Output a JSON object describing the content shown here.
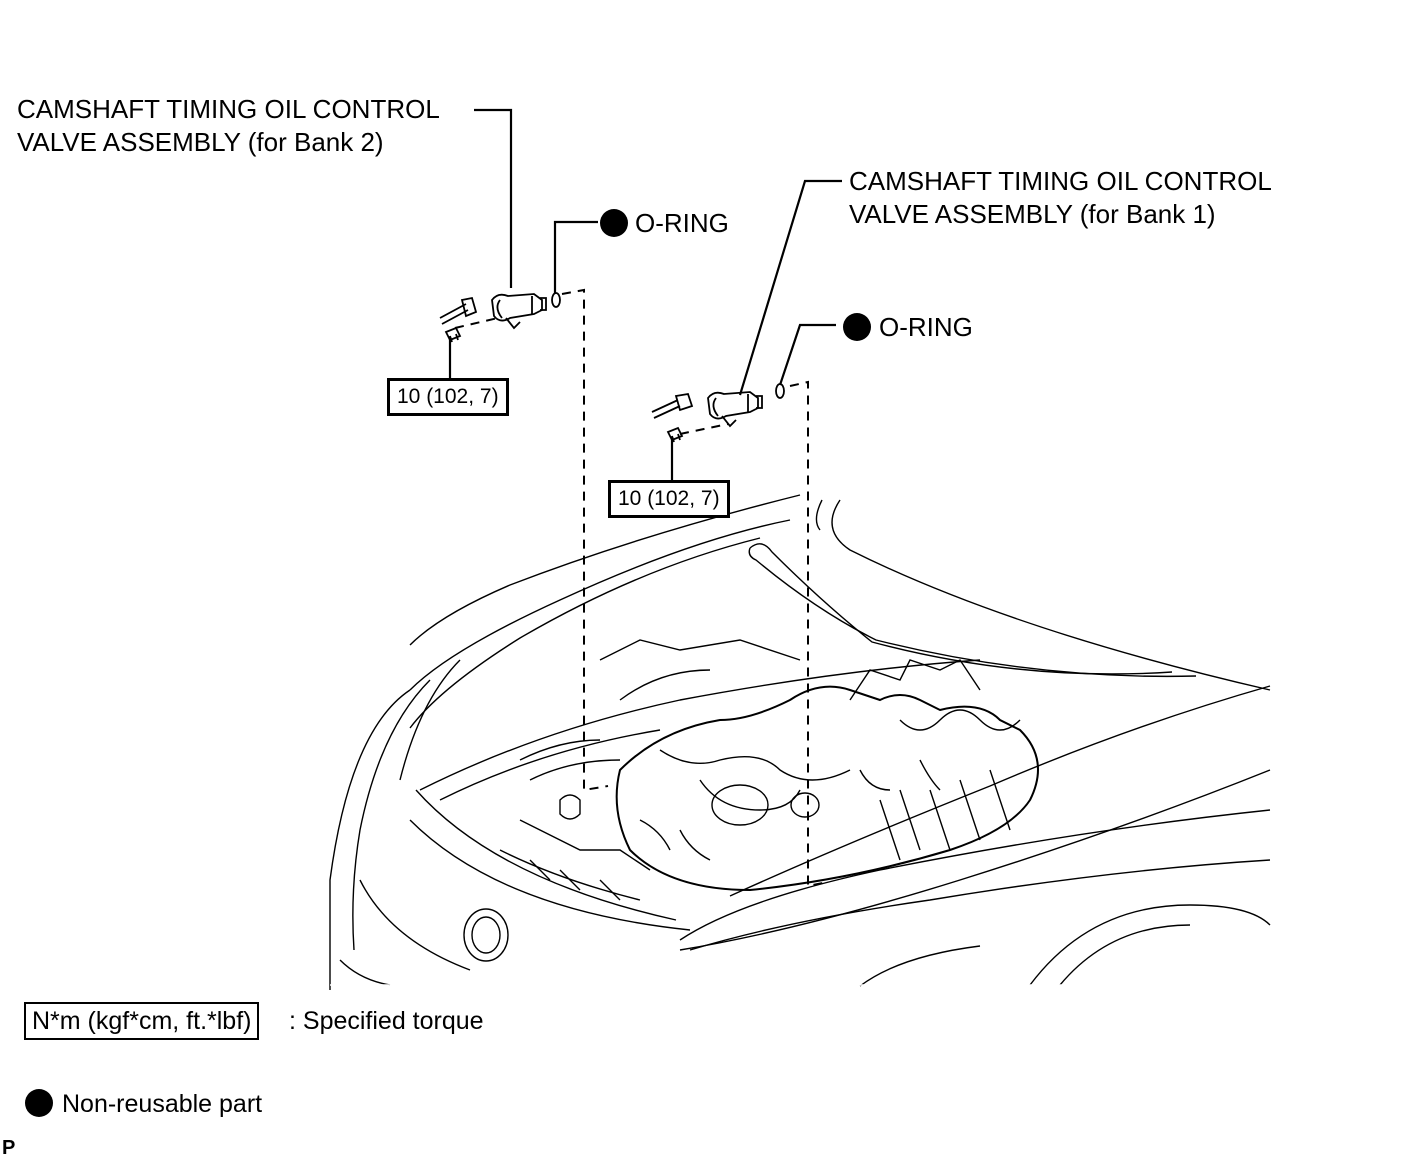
{
  "labels": {
    "valve_bank2_line1": "CAMSHAFT TIMING OIL CONTROL",
    "valve_bank2_line2": "VALVE ASSEMBLY (for Bank 2)",
    "valve_bank1_line1": "CAMSHAFT TIMING OIL CONTROL",
    "valve_bank1_line2": "VALVE ASSEMBLY (for Bank 1)",
    "oring_top": "O-RING",
    "oring_right": "O-RING"
  },
  "torque": {
    "bank2": "10 (102, 7)",
    "bank1": "10 (102, 7)"
  },
  "legend": {
    "torque_box": "N*m (kgf*cm, ft.*lbf)",
    "torque_text": ": Specified torque",
    "nonreusable_text": "Non-reusable part"
  },
  "figure_code": "P"
}
